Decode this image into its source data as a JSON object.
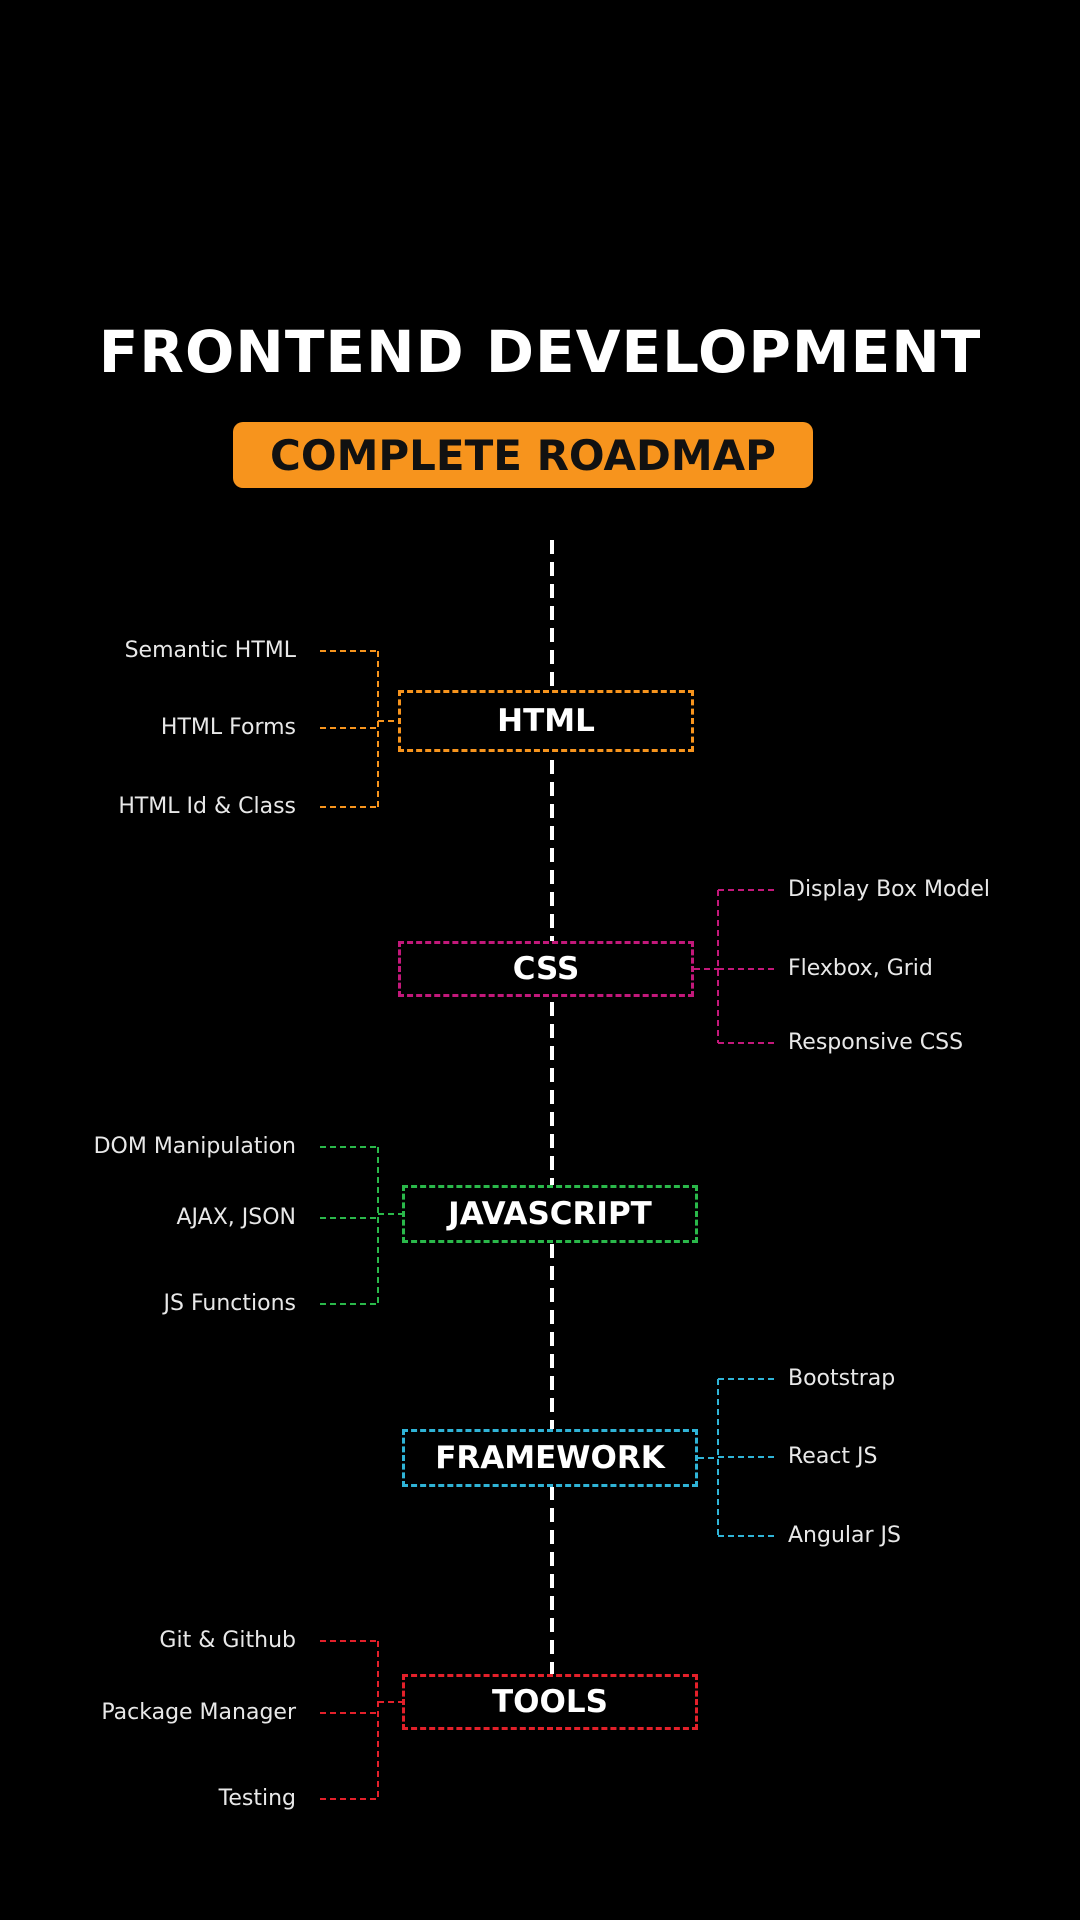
{
  "header": {
    "title": "FRONTEND DEVELOPMENT",
    "subtitle": "COMPLETE ROADMAP",
    "subtitle_bg": "#f7941d"
  },
  "stages": [
    {
      "label": "HTML",
      "color": "#f7941d",
      "side": "left",
      "items": [
        "Semantic HTML",
        "HTML Forms",
        "HTML Id & Class"
      ]
    },
    {
      "label": "CSS",
      "color": "#c2187a",
      "side": "right",
      "items": [
        "Display Box Model",
        "Flexbox, Grid",
        "Responsive CSS"
      ]
    },
    {
      "label": "JAVASCRIPT",
      "color": "#2ab84a",
      "side": "left",
      "items": [
        "DOM Manipulation",
        "AJAX, JSON",
        "JS Functions"
      ]
    },
    {
      "label": "FRAMEWORK",
      "color": "#2fb3d6",
      "side": "right",
      "items": [
        "Bootstrap",
        "React JS",
        "Angular JS"
      ]
    },
    {
      "label": "TOOLS",
      "color": "#e3202a",
      "side": "left",
      "items": [
        "Git & Github",
        "Package Manager",
        "Testing"
      ]
    }
  ]
}
